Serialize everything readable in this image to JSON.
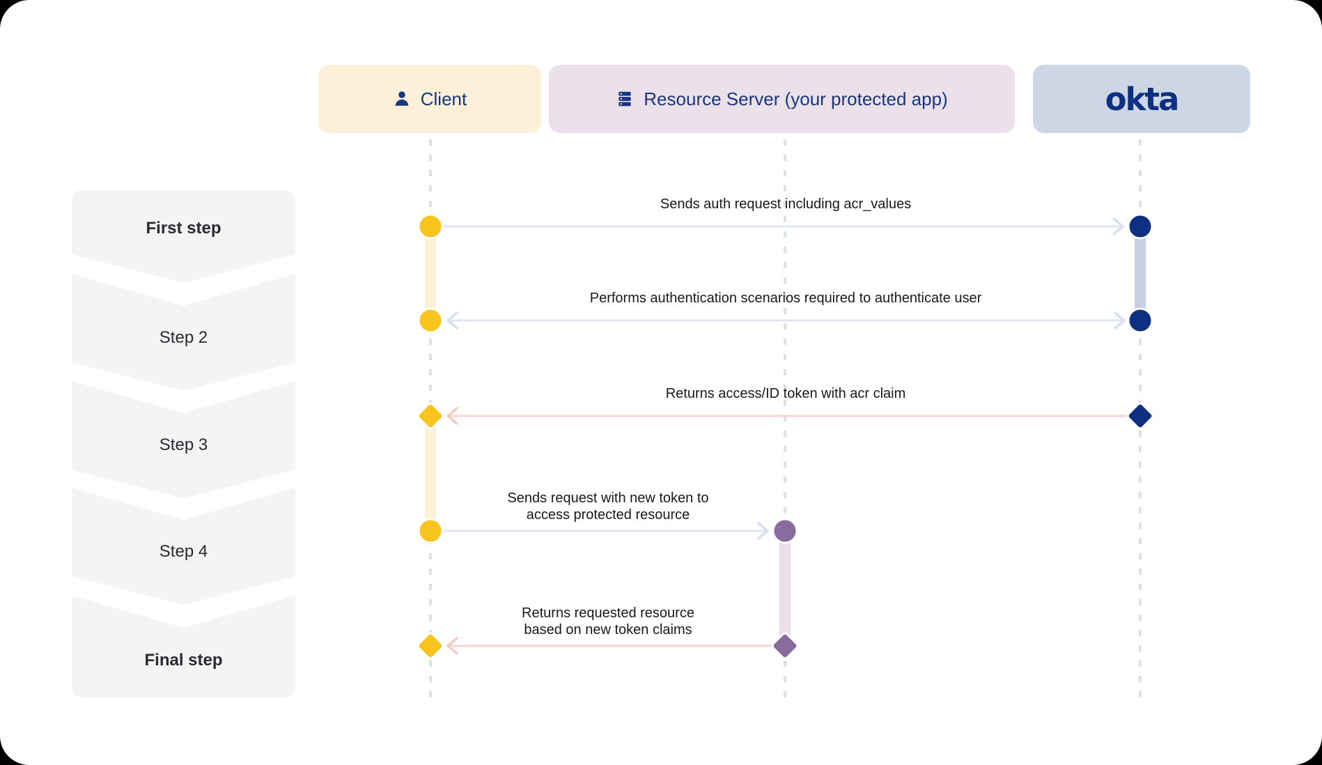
{
  "lanes": [
    {
      "label": "Client",
      "icon": "person-icon",
      "fill": "#FDF0D8",
      "text_color": "#16367F"
    },
    {
      "label": "Resource Server (your protected app)",
      "icon": "server-icon",
      "fill": "#ECE1EA",
      "text_color": "#16367F"
    },
    {
      "label": "okta",
      "icon": "okta-logo",
      "fill": "#CDD6E5",
      "text_color": "#0D3080"
    }
  ],
  "steps": [
    {
      "label": "First step",
      "emphasis": true
    },
    {
      "label": "Step 2",
      "emphasis": false
    },
    {
      "label": "Step 3",
      "emphasis": false
    },
    {
      "label": "Step 4",
      "emphasis": false
    },
    {
      "label": "Final step",
      "emphasis": true
    }
  ],
  "messages": [
    {
      "lines": [
        "Sends auth request including acr_values"
      ],
      "from": "Client",
      "to": "Okta",
      "direction": "right",
      "line_style": "blue",
      "endpoint_marker": "circle"
    },
    {
      "lines": [
        "Performs authentication scenarios required to authenticate user"
      ],
      "from": "Okta",
      "to": "Client",
      "direction": "both",
      "line_style": "blue",
      "endpoint_marker": "circle"
    },
    {
      "lines": [
        "Returns access/ID token with acr claim"
      ],
      "from": "Okta",
      "to": "Client",
      "direction": "left",
      "line_style": "pink",
      "endpoint_marker": "diamond"
    },
    {
      "lines": [
        "Sends request with new token to",
        "access protected resource"
      ],
      "from": "Client",
      "to": "Resource Server",
      "direction": "right",
      "line_style": "blue",
      "endpoint_marker": "circle"
    },
    {
      "lines": [
        "Returns requested resource",
        "based on new token claims"
      ],
      "from": "Resource Server",
      "to": "Client",
      "direction": "left",
      "line_style": "pink",
      "endpoint_marker": "diamond"
    }
  ],
  "colors": {
    "navy": "#0D3080",
    "yellow": "#F8C41D",
    "purple": "#8A6B9D",
    "pale_yellow_bar": "#FCF1D6",
    "periwinkle_bar": "#C7D0E3",
    "pale_purple_bar": "#EBDFE9",
    "blue_arrow": "#E0E6F1",
    "pink_arrow": "#F8D3CD",
    "lifeline_dash": "#DBE0E9",
    "step_background": "#F4F4F5",
    "message_text": "#18181D"
  }
}
